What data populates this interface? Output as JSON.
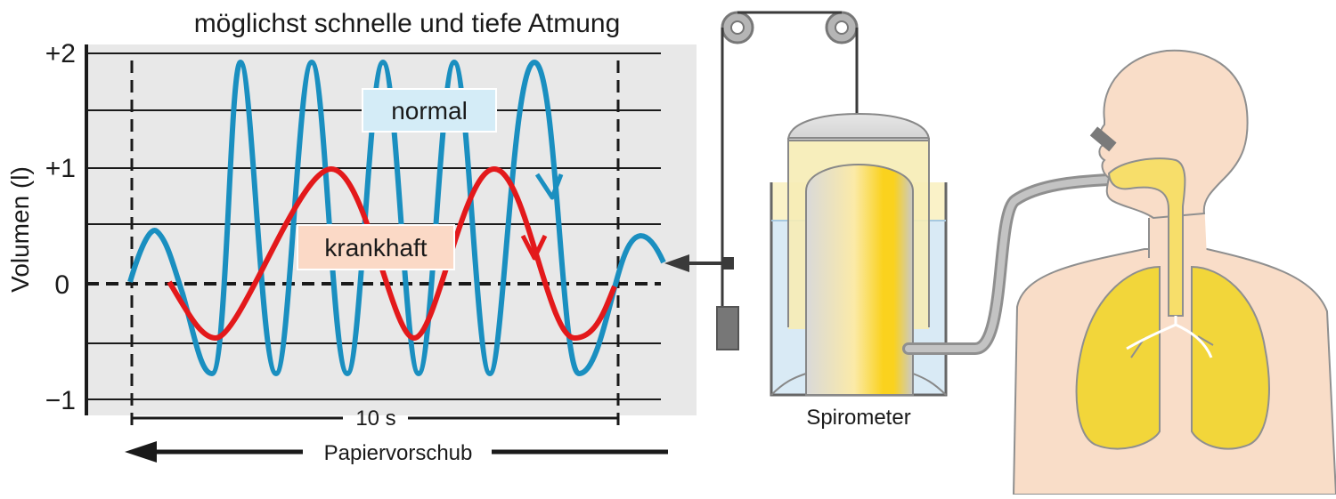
{
  "title": "möglichst schnelle und tiefe Atmung",
  "y_axis": {
    "label": "Volumen (l)",
    "ticks": [
      "+2",
      "+1",
      "0",
      "−1"
    ]
  },
  "legend": {
    "normal": "normal",
    "krankhaft": "krankhaft"
  },
  "duration_label": "10 s",
  "paper_feed_label": "Papiervorschub",
  "device_label": "Spirometer",
  "colors": {
    "normal": "#1a8fc0",
    "krankhaft": "#e3191b",
    "normal_box": "#d4ecf7",
    "krankhaft_box": "#fbd9c6",
    "plot_bg": "#e9e9e9",
    "skin": "#f9ddc8",
    "lung": "#f2d63a"
  },
  "chart_data": {
    "type": "line",
    "title": "möglichst schnelle und tiefe Atmung",
    "ylabel": "Volumen (l)",
    "ylim": [
      -1,
      2
    ],
    "y_ticks": [
      "+2",
      "+1",
      "0",
      "−1"
    ],
    "grid": true,
    "series": [
      {
        "name": "normal",
        "description_values": {
          "max_l": 1.9,
          "min_l": -0.8,
          "cycles_in_10s": 6
        }
      },
      {
        "name": "krankhaft",
        "description_values": {
          "max_l": 0.97,
          "min_l": -0.47,
          "cycles_in_10s": 3
        }
      }
    ],
    "annotations": [
      "10 s",
      "Papiervorschub"
    ]
  }
}
